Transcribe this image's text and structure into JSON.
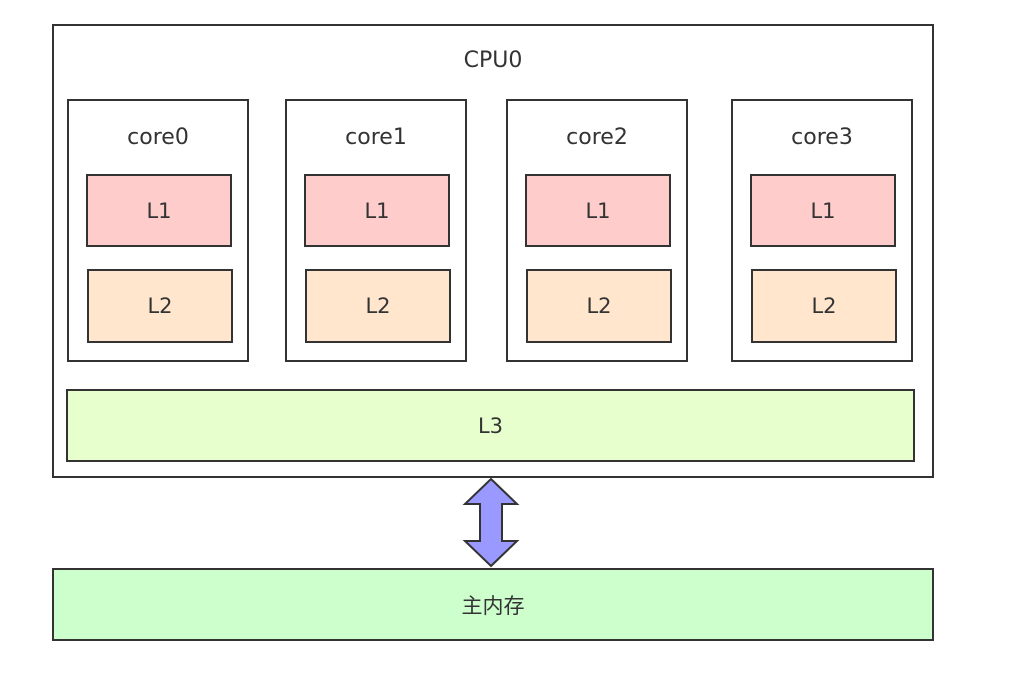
{
  "cpu": {
    "title": "CPU0",
    "cores": [
      {
        "name": "core0",
        "l1": "L1",
        "l2": "L2"
      },
      {
        "name": "core1",
        "l1": "L1",
        "l2": "L2"
      },
      {
        "name": "core2",
        "l1": "L1",
        "l2": "L2"
      },
      {
        "name": "core3",
        "l1": "L1",
        "l2": "L2"
      }
    ],
    "l3": "L3"
  },
  "memory": {
    "label": "主内存"
  },
  "colors": {
    "l1_fill": "#ffcccc",
    "l2_fill": "#ffe6cc",
    "l3_fill": "#e6ffcc",
    "memory_fill": "#ccffcc",
    "arrow_fill": "#9999ff",
    "stroke": "#333333"
  }
}
